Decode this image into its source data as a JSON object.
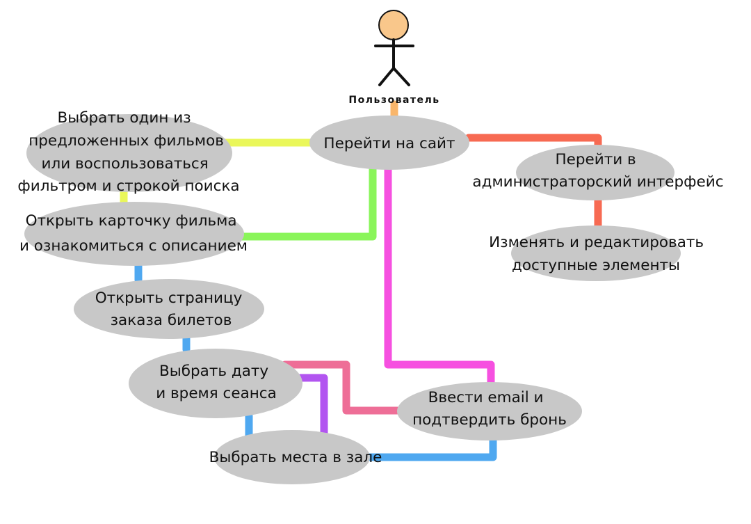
{
  "actor": {
    "label": "Пользователь"
  },
  "nodes": {
    "visit_site": {
      "lines": [
        "Перейти на сайт"
      ]
    },
    "choose_film": {
      "lines": [
        "Выбрать один из",
        "предложенных фильмов",
        "или воспользоваться",
        "фильтром и строкой поиска"
      ]
    },
    "open_card": {
      "lines": [
        "Открыть карточку фильма",
        "и ознакомиться с описанием"
      ]
    },
    "open_order": {
      "lines": [
        "Открыть страницу",
        "заказа билетов"
      ]
    },
    "choose_date": {
      "lines": [
        "Выбрать дату",
        "и время сеанса"
      ]
    },
    "choose_seats": {
      "lines": [
        "Выбрать места в зале"
      ]
    },
    "enter_email": {
      "lines": [
        "Ввести email и",
        "подтвердить бронь"
      ]
    },
    "admin_interface": {
      "lines": [
        "Перейти в",
        "администраторский интерфейс"
      ]
    },
    "edit_elements": {
      "lines": [
        "Изменять и редактировать",
        "доступные элементы"
      ]
    }
  },
  "colors": {
    "node_fill": "#c8c8c8",
    "actor_head": "#f9c78b",
    "actor_to_site": "#f9b66b",
    "site_to_choose": "#eaf75a",
    "choose_to_card": "#eaf75a",
    "site_to_card": "#8af55a",
    "card_to_order": "#4fa8f0",
    "order_to_date": "#4fa8f0",
    "date_to_seats": "#4fa8f0",
    "seats_to_email": "#4fa8f0",
    "date_to_seats_alt": "#b255f0",
    "date_to_email": "#ee6e97",
    "site_to_email": "#f650e0",
    "site_to_admin": "#f76a52",
    "admin_to_edit": "#f76a52"
  }
}
